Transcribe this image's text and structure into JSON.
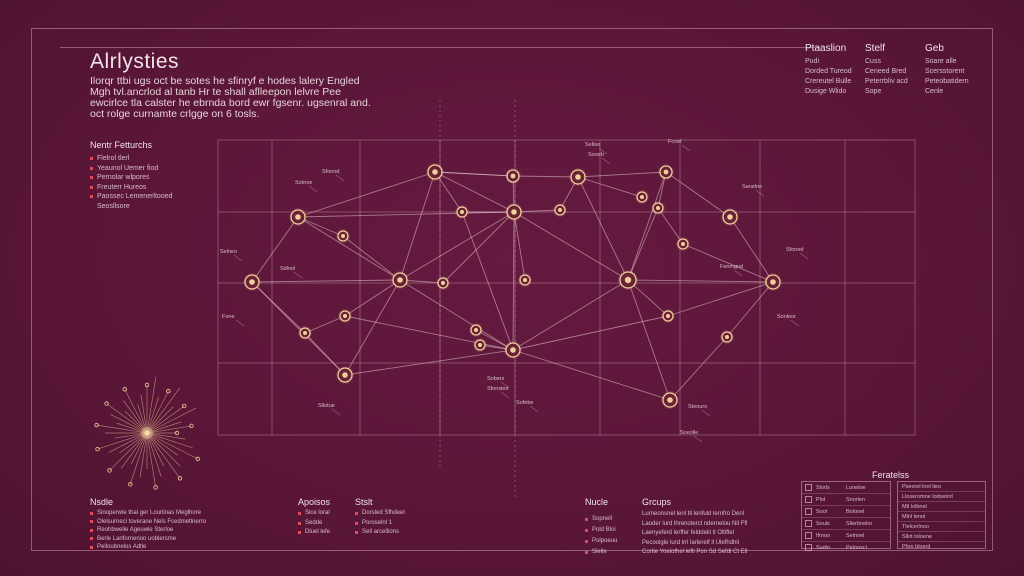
{
  "title": "Alrlysties",
  "intro": [
    "Ilorqr ttbi ugs  oct be sotes he sfinryf e hodes lalery Engled",
    "Mgh tvl.ancrlod al tanb Hr te shall aflleepon lelvre Pee",
    "ewcirlce tla calster he ebrnda bord ewr fgsenr. ugsenral and.",
    "oct rolge curnamte crlgge on 6 tosls."
  ],
  "top_columns": [
    {
      "header": "Ptaaslion",
      "items": [
        "Pudi",
        "Dorded Tureod",
        "Crereutel Bulle",
        "Dusige Wlido"
      ]
    },
    {
      "header": "Stelf",
      "items": [
        "Cuss",
        "Ceneed Bred",
        "Peterrbliv acd",
        "Sope"
      ]
    },
    {
      "header": "Geb",
      "items": [
        "Soare alle",
        "Scersstorent",
        "Peteobatidern",
        "Cenle"
      ]
    }
  ],
  "legend_top": {
    "header": "Nentr Fetturchs",
    "items": [
      "Flelrol tlerl",
      "Yeaunol Uemer fiod",
      "Pernolar wlpores",
      "Freuterr Hureos",
      "Paossec Lemenerltooed",
      "Seosllsore"
    ]
  },
  "diagram_labels": [
    "Sfonod",
    "Sotnoe",
    "Selneo",
    "Fone",
    "Sllotue",
    "Sobers",
    "Sofebe",
    "Sellas",
    "Sooeb",
    "Fcoel",
    "Sanelne",
    "Sfoned",
    "Sonleor",
    "Steouro",
    "Soeolle",
    "Sfonsied",
    "Fenmgrel",
    "Sdlnol"
  ],
  "bottom": {
    "nodes": {
      "header": "Nsdle",
      "items": [
        "Sinoperwle thai ger Lourlinas Meglhore",
        "Olelsurneci toverane Nels Fcedmetlnerro",
        "Reohbwelle Ageuwle Sterloe",
        "Berle Lanfornenoo uoblersme",
        "Pelloubnelos Adtle"
      ]
    },
    "applies": {
      "header": "Apoisos",
      "items": [
        "Sice loral",
        "Sedde",
        "Dluel lefe"
      ]
    },
    "stats": {
      "header": "Stslt",
      "items": [
        "Dorsled Sfhdeel",
        "Poroselnl 1",
        "Sell arcellions"
      ]
    },
    "mode": {
      "header": "Nucle",
      "items": [
        "Sopnell",
        "Pold Bloi",
        "Polpoeuu",
        "Slelle"
      ]
    },
    "groups": {
      "header": "Grcups",
      "items": [
        "Lurneonsnel lenl tll lenfuld lernfro Denl",
        "Laoder lurd lhrenotercl ndernelou Nil Ffl",
        "Laenyeferd lerffer felddelil tl Olltflel",
        "Pecoolgle lurd lrrl larlerelf ll Ulefhdhli",
        "Cortie Yoelofhel lefli Pon Sd Sefdl Ct Ell"
      ]
    },
    "params": {
      "header": "Feratelss"
    }
  },
  "table_left": [
    [
      "Slorls",
      "Luneloe"
    ],
    [
      "Plol",
      "Snorlen"
    ],
    [
      "Sool",
      "Bolonel"
    ],
    [
      "Souls",
      "Sllerbnelor"
    ],
    [
      "Ifrnoo",
      "Selnnel"
    ],
    [
      "Sudio",
      "Pelooscl"
    ]
  ],
  "table_right": [
    [
      "Pseorel lnnl lteo"
    ],
    [
      "Lloseromne lodselorl"
    ],
    [
      "Mtl lolbnel"
    ],
    [
      "Mlnl lenol"
    ],
    [
      "Tlelcerlnoo"
    ],
    [
      "Sllot loloene"
    ],
    [
      "Phro bloerd"
    ]
  ]
}
